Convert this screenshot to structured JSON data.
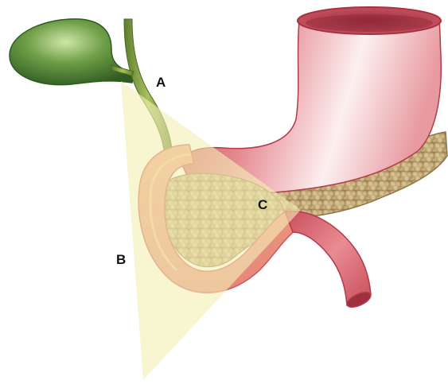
{
  "labels": {
    "a": "A",
    "b": "B",
    "c": "C"
  },
  "colors": {
    "triangle": "#f3efb4",
    "stomach_dark": "#c24a58",
    "stomach_mid": "#e48a92",
    "stomach_light": "#fbe3e4",
    "duodenum_outer": "#e4736f",
    "duodenum_inner": "#f6b58d",
    "pancreas": "#b99e69",
    "pancreas_dark": "#8f7549",
    "gallbladder": "#5b8c3f",
    "bile_duct": "#8aa64c"
  }
}
